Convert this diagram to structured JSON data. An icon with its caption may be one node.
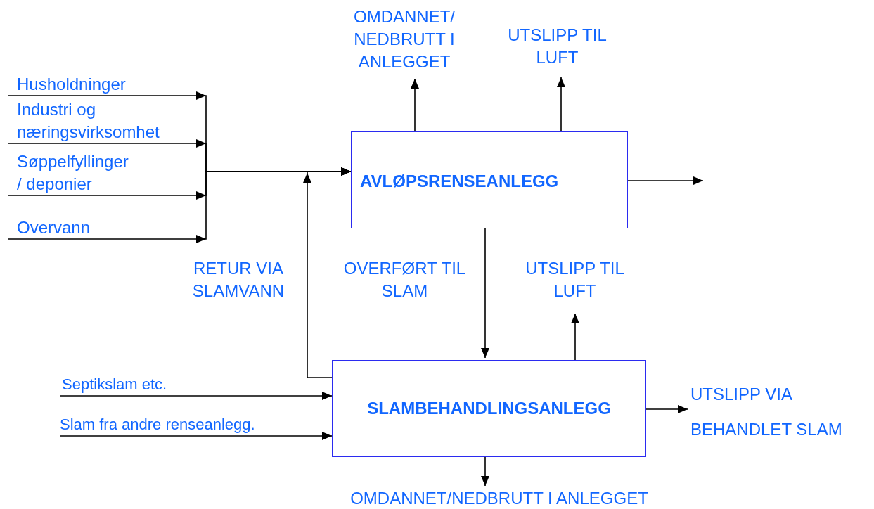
{
  "diagram": {
    "nodes": [
      {
        "text": [
          "OMDANNET/ NEDBRUTT I ANLEGGET"
        ]
      },
      {
        "text": [
          "UTSLIPP TIL LUFT"
        ]
      },
      {
        "text": [
          "Husholdninger"
        ]
      },
      {
        "text": [
          "Industri og næringsvirksomhet"
        ]
      },
      {
        "text": [
          "Søppelfyllinger / deponier"
        ]
      },
      {
        "text": [
          "Overvann"
        ]
      },
      {
        "text": [
          "AVLØPSRENSEANLEGG"
        ]
      },
      {
        "text": [
          "UTSLIPP TIL LUFT"
        ]
      },
      {
        "text": [
          "Septikslam etc."
        ]
      },
      {
        "text": [
          "Slam fra andre renseanlegg."
        ]
      },
      {
        "text": [
          "SLAMBEHANDLINGSANLEGG"
        ]
      },
      {
        "text": [
          "UTSLIPP VIA BEHANDLET SLAM"
        ]
      },
      {
        "text": [
          "OMDANNET/NEDBRUTT I ANLEGGET"
        ]
      }
    ],
    "edges": [
      {
        "from": 2,
        "to": 6,
        "arrow": "to"
      },
      {
        "from": 3,
        "to": 6,
        "arrow": "to"
      },
      {
        "from": 4,
        "to": 6,
        "arrow": "to"
      },
      {
        "from": 5,
        "to": 6,
        "arrow": "to"
      },
      {
        "from": 10,
        "to": 6,
        "arrow": "to",
        "label": "RETUR VIA SLAMVANN"
      },
      {
        "from": 6,
        "to": 0,
        "arrow": "to"
      },
      {
        "from": 6,
        "to": 1,
        "arrow": "to"
      },
      {
        "from": 6,
        "to": null,
        "arrow": "to"
      },
      {
        "from": 6,
        "to": 10,
        "arrow": "to",
        "label": "OVERFØRT TIL SLAM"
      },
      {
        "from": 10,
        "to": 7,
        "arrow": "to"
      },
      {
        "from": 8,
        "to": 10,
        "arrow": "to"
      },
      {
        "from": 9,
        "to": 10,
        "arrow": "to"
      },
      {
        "from": 10,
        "to": 11,
        "arrow": "to"
      },
      {
        "from": 10,
        "to": 12,
        "arrow": "to"
      }
    ]
  }
}
